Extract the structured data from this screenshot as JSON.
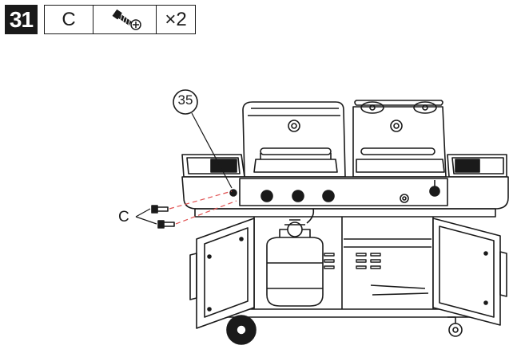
{
  "step": {
    "number": "31",
    "part_letter": "C",
    "part_icon": "screw-with-phillips-head-icon",
    "quantity": "×2"
  },
  "diagram": {
    "callout_number": "35",
    "part_label": "C"
  },
  "colors": {
    "ink": "#1a1a1a",
    "dashed_guide": "#e05050"
  }
}
